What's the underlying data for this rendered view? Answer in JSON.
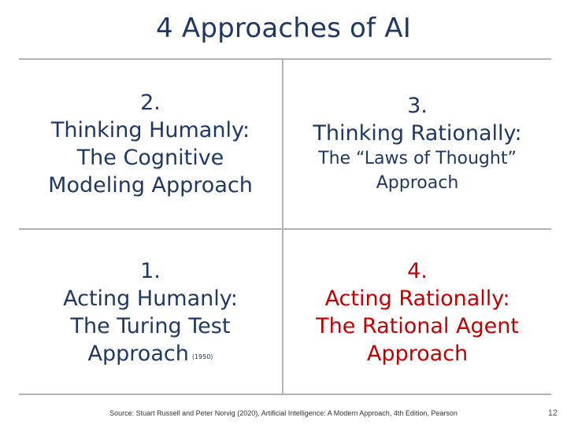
{
  "slide": {
    "title": "4 Approaches of AI",
    "quadrants": {
      "top_left": {
        "number": "2.",
        "heading": "Thinking Humanly:",
        "line1": "The Cognitive",
        "line2": "Modeling Approach"
      },
      "top_right": {
        "number": "3.",
        "heading": "Thinking Rationally:",
        "line1": "The “Laws of Thought”",
        "line2": "Approach"
      },
      "bottom_left": {
        "number": "1.",
        "heading": "Acting Humanly:",
        "line1": "The Turing Test",
        "line2": "Approach",
        "year": "(1950)"
      },
      "bottom_right": {
        "number": "4.",
        "heading": "Acting Rationally:",
        "line1": "The Rational Agent",
        "line2": "Approach"
      }
    },
    "source": "Source: Stuart Russell and Peter Norvig (2020), Artificial Intelligence: A Modern Approach, 4th Edition, Pearson",
    "page_number": "12"
  },
  "colors": {
    "title_text": "#1f3864",
    "body_text": "#1f3864",
    "highlight_text": "#c00000",
    "grid_lines": "#b3b3b3"
  }
}
